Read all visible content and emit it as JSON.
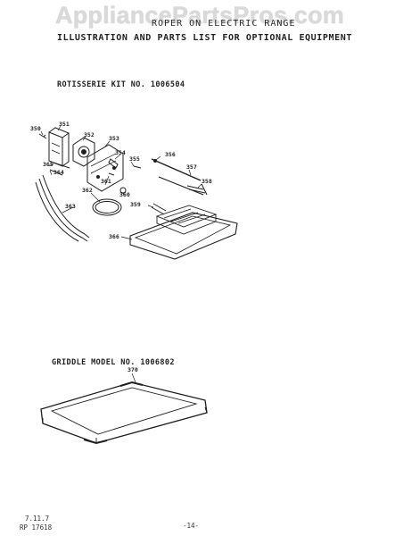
{
  "watermark": "AppliancePartsPros.com",
  "header": {
    "line1": "ROPER ON ELECTRIC RANGE",
    "line2": "ILLUSTRATION AND PARTS LIST FOR OPTIONAL EQUIPMENT"
  },
  "rotisserie": {
    "title": "ROTISSERIE KIT NO. 1006504",
    "callouts": [
      "350",
      "351",
      "352",
      "353",
      "354",
      "355",
      "356",
      "357",
      "358",
      "359",
      "360",
      "361",
      "362",
      "363",
      "364",
      "365",
      "366"
    ]
  },
  "griddle": {
    "title": "GRIDDLE MODEL NO. 1006802",
    "callout": "370"
  },
  "footer": {
    "date": "7.11.7",
    "code": "RP 17618",
    "page": "-14-"
  }
}
